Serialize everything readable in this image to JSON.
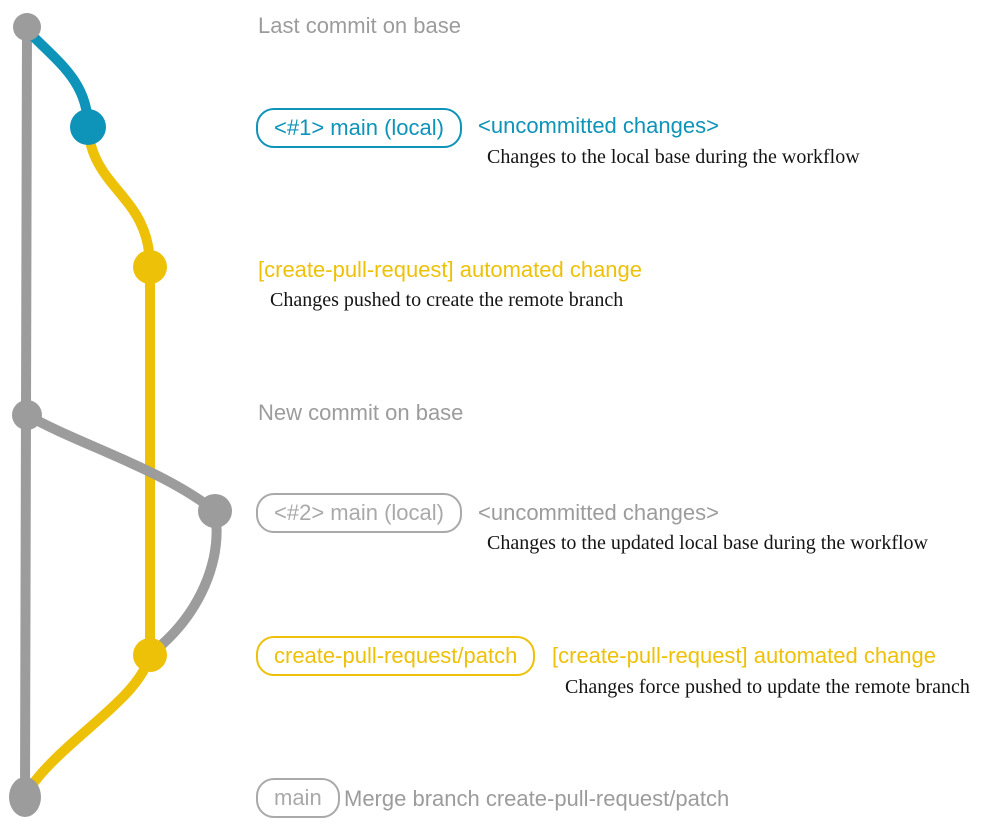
{
  "colors": {
    "background": "#ffffff",
    "graph_gray": "#9c9c9c",
    "graph_blue": "#0e93b9",
    "graph_yellow": "#eec109",
    "text_gray": "#9c9c9c",
    "badge_gray": "#a9a9a9",
    "desc_text": "#141414"
  },
  "graph": {
    "branches": [
      {
        "name": "base",
        "color_key": "graph_gray"
      },
      {
        "name": "main (local)",
        "color_key": "graph_blue"
      },
      {
        "name": "create-pull-request/patch",
        "color_key": "graph_yellow"
      }
    ]
  },
  "annotations": {
    "last_commit_on_base": "Last commit on base",
    "main_local_1": {
      "badge": "<#1> main (local)",
      "title": "<uncommitted changes>",
      "description": "Changes to the local base during the workflow"
    },
    "automated_change_1": {
      "title": "[create-pull-request] automated change",
      "description": "Changes pushed to create the remote branch"
    },
    "new_commit_on_base": "New commit on base",
    "main_local_2": {
      "badge": "<#2> main (local)",
      "title": "<uncommitted changes>",
      "description": "Changes to the updated local base during the workflow"
    },
    "automated_change_2": {
      "badge": "create-pull-request/patch",
      "title": "[create-pull-request] automated change",
      "description": "Changes force pushed to update the remote branch"
    },
    "merge_commit": {
      "badge": "main",
      "message": "Merge branch create-pull-request/patch"
    }
  }
}
